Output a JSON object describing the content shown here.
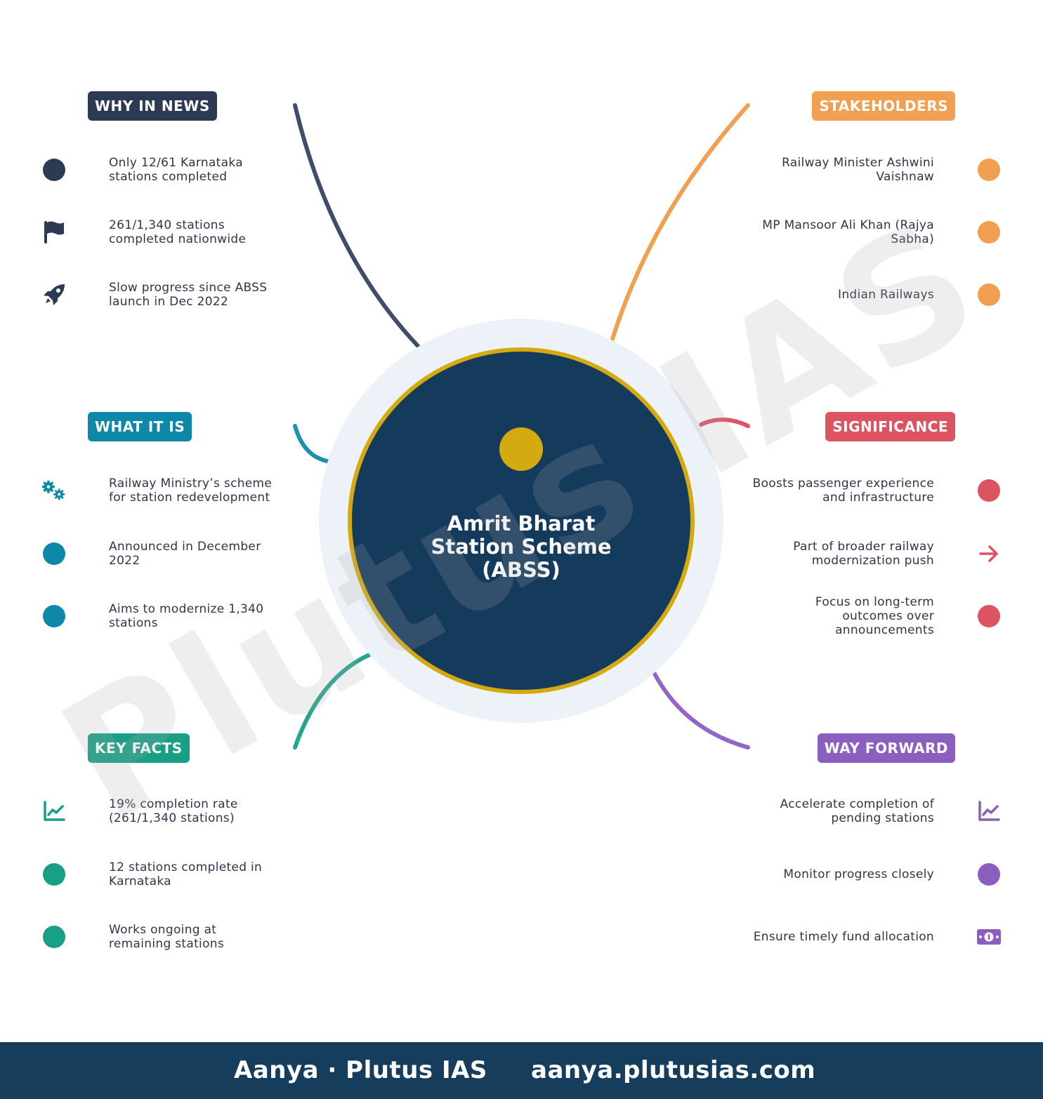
{
  "center": {
    "title": "Amrit Bharat Station Scheme (ABSS)"
  },
  "watermark": "Plutus IAS",
  "colors": {
    "why": "#2d3a54",
    "stakeholders": "#f0a050",
    "what": "#0e88a9",
    "significance": "#dc5462",
    "facts": "#17a085",
    "way": "#8a5fbf",
    "center_fill": "#143a5c",
    "center_ring": "#d4aa10",
    "halo": "#edf2f8",
    "footer": "#163d5c"
  },
  "branches": {
    "why": {
      "label": "WHY IN NEWS",
      "items": [
        {
          "icon": "circle-icon",
          "text": "Only 12/61 Karnataka stations completed"
        },
        {
          "icon": "flag-icon",
          "text": "261/1,340 stations completed nationwide"
        },
        {
          "icon": "rocket-icon",
          "text": "Slow progress since ABSS launch in Dec 2022"
        }
      ]
    },
    "stakeholders": {
      "label": "STAKEHOLDERS",
      "items": [
        {
          "icon": "circle-icon",
          "text": "Railway Minister Ashwini Vaishnaw"
        },
        {
          "icon": "circle-icon",
          "text": "MP Mansoor Ali Khan (Rajya Sabha)"
        },
        {
          "icon": "circle-icon",
          "text": "Indian Railways"
        }
      ]
    },
    "what": {
      "label": "WHAT IT IS",
      "items": [
        {
          "icon": "gears-icon",
          "text": "Railway Ministry’s scheme for station redevelopment"
        },
        {
          "icon": "circle-icon",
          "text": "Announced in December 2022"
        },
        {
          "icon": "circle-icon",
          "text": "Aims to modernize 1,340 stations"
        }
      ]
    },
    "significance": {
      "label": "SIGNIFICANCE",
      "items": [
        {
          "icon": "circle-icon",
          "text": "Boosts passenger experience and infrastructure"
        },
        {
          "icon": "arrow-right-icon",
          "text": "Part of broader railway modernization push"
        },
        {
          "icon": "circle-icon",
          "text": "Focus on long-term outcomes over announcements"
        }
      ]
    },
    "facts": {
      "label": "KEY FACTS",
      "items": [
        {
          "icon": "chart-line-icon",
          "text": "19% completion rate (261/1,340 stations)"
        },
        {
          "icon": "circle-icon",
          "text": "12 stations completed in Karnataka"
        },
        {
          "icon": "circle-icon",
          "text": "Works ongoing at remaining stations"
        }
      ]
    },
    "way": {
      "label": "WAY FORWARD",
      "items": [
        {
          "icon": "chart-line-icon",
          "text": "Accelerate completion of pending stations"
        },
        {
          "icon": "circle-icon",
          "text": "Monitor progress closely"
        },
        {
          "icon": "money-bill-icon",
          "text": "Ensure timely fund allocation"
        }
      ]
    }
  },
  "footer": {
    "left": "Aanya · Plutus IAS",
    "right": "aanya.plutusias.com"
  }
}
